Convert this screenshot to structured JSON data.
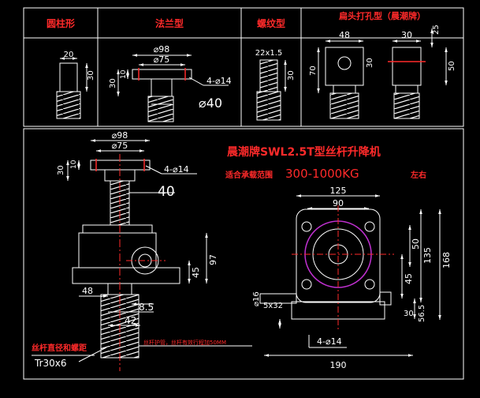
{
  "panels": {
    "cylinder": "圆柱形",
    "flange": "法兰型",
    "thread": "螺纹型",
    "clevis": "扁头打孔型（晨潮牌）"
  },
  "title": "晨潮牌SWL2.5T型丝杆升降机",
  "subtitle_prefix": "适合承载范围",
  "subtitle_range": "300-1000KG",
  "subtitle_suffix": "左右",
  "notes": {
    "screw_label": "丝杆直径和螺距",
    "screw_spec": "Tr30x6",
    "guard_note": "丝杆护管，丝杆有效行程加50MM"
  },
  "dims": {
    "cyl_20": "20",
    "cyl_30": "30",
    "fl_d98": "⌀98",
    "fl_d75": "⌀75",
    "fl_30": "30",
    "fl_10": "10",
    "fl_holes": "4-⌀14",
    "fl_d40": "⌀40",
    "th_spec": "22x1.5",
    "th_30": "30",
    "cl_48": "48",
    "cl_30a": "30",
    "cl_70": "70",
    "cl_30b": "30",
    "cl_25": "25",
    "cl_50": "50",
    "m_d98": "⌀98",
    "m_d75": "⌀75",
    "m_30": "30",
    "m_10": "10",
    "m_holes": "4-⌀14",
    "m_40": "40",
    "m_97": "97",
    "m_45": "45",
    "m_48": "48",
    "m_8_5": "8.5",
    "m_42": "42",
    "r_125": "125",
    "r_90": "90",
    "r_50": "50",
    "r_135": "135",
    "r_168": "168",
    "r_45": "45",
    "r_16": "⌀16",
    "r_5x32": "5x32",
    "r_30": "30",
    "r_56_5": "56.5",
    "r_holes": "4-⌀14",
    "r_190": "190"
  }
}
